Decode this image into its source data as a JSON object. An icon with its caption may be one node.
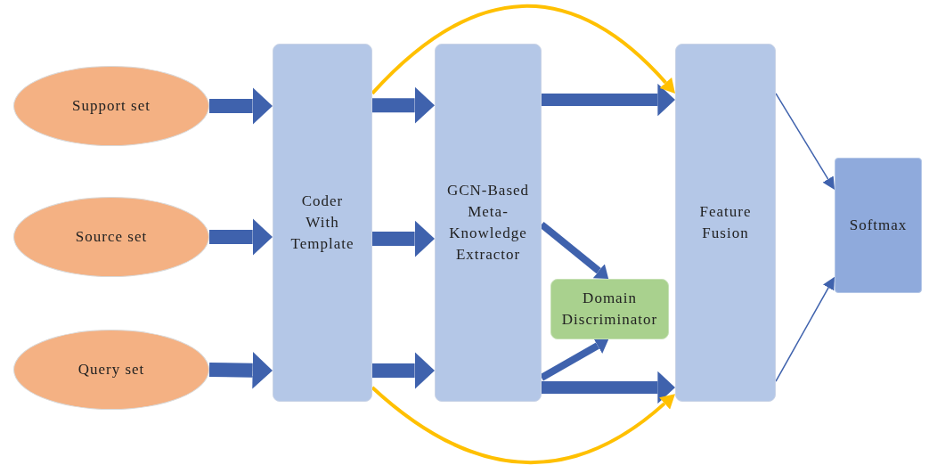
{
  "diagram": {
    "nodes": [
      {
        "text": [
          "Support set"
        ]
      },
      {
        "text": [
          "Source set"
        ]
      },
      {
        "text": [
          "Query set"
        ]
      },
      {
        "text": [
          "Coder With Template"
        ]
      },
      {
        "text": [
          "GCN-Based Meta-Knowledge Extractor"
        ]
      },
      {
        "text": [
          "Domain Discriminator"
        ]
      },
      {
        "text": [
          "Feature Fusion"
        ]
      },
      {
        "text": [
          "Softmax"
        ]
      }
    ],
    "edges": [
      {
        "from": 0,
        "to": 3,
        "arrow": "to"
      },
      {
        "from": 1,
        "to": 3,
        "arrow": "to"
      },
      {
        "from": 2,
        "to": 3,
        "arrow": "to"
      },
      {
        "from": 3,
        "to": 4,
        "arrow": "to"
      },
      {
        "from": 3,
        "to": 4,
        "arrow": "to"
      },
      {
        "from": 3,
        "to": 4,
        "arrow": "to"
      },
      {
        "from": 4,
        "to": 6,
        "arrow": "to"
      },
      {
        "from": 4,
        "to": 6,
        "arrow": "to"
      },
      {
        "from": 4,
        "to": 5,
        "arrow": "to"
      },
      {
        "from": 4,
        "to": 5,
        "arrow": "to"
      },
      {
        "from": 3,
        "to": 6,
        "arrow": "to",
        "color": "#ffc000"
      },
      {
        "from": 3,
        "to": 6,
        "arrow": "to",
        "color": "#ffc000"
      },
      {
        "from": 6,
        "to": 7,
        "arrow": "to"
      },
      {
        "from": 6,
        "to": 7,
        "arrow": "to"
      }
    ]
  }
}
